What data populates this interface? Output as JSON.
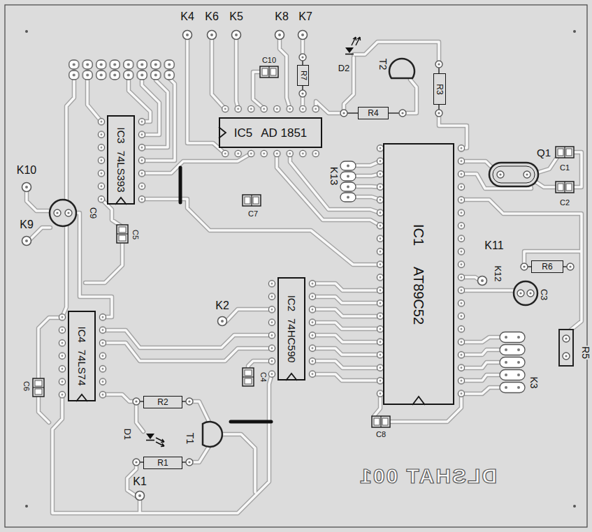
{
  "diagram": {
    "nodes": [
      {
        "text": [
          "R7"
        ]
      },
      {
        "text": [
          "R3"
        ]
      },
      {
        "text": [
          "R4"
        ]
      },
      {
        "text": [
          "IC5",
          "AD 1851"
        ]
      },
      {
        "text": [
          "IC3",
          "74LS393"
        ]
      },
      {
        "text": [
          "IC1",
          "AT89C52"
        ]
      },
      {
        "text": [
          "R6"
        ]
      },
      {
        "text": [
          "IC2",
          "74HC590"
        ]
      },
      {
        "text": [
          "IC4",
          "74LS74"
        ]
      },
      {
        "text": [
          "R2"
        ]
      },
      {
        "text": [
          "R1"
        ]
      }
    ],
    "labels": [
      "K4",
      "K6",
      "K5",
      "K8",
      "K7",
      "C10",
      "D2",
      "T2",
      "K13",
      "Q1",
      "C1",
      "C2",
      "K10",
      "C9",
      "K9",
      "C5",
      "C7",
      "K11",
      "K12",
      "C3",
      "K2",
      "C4",
      "C6",
      "R5",
      "K3",
      "C8",
      "D1",
      "T1",
      "K1",
      "DLSHAT 001"
    ]
  }
}
